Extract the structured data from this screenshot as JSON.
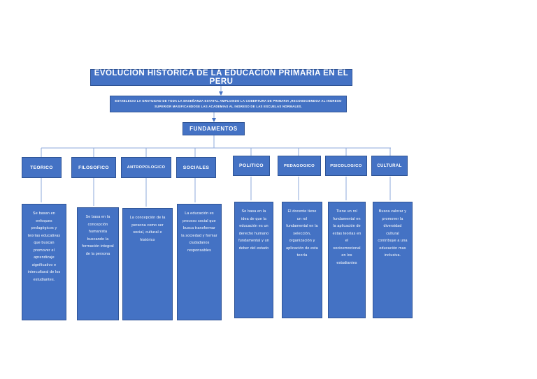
{
  "diagram": {
    "title": "EVOLUCION HISTORICA DE LA EDUCACION PRIMARIA EN EL PERU",
    "statement": "ESTABLECIO LA GRATUIDAD DE TODA LA ENSEÑANZA ESTATAL AMPLIANDO LA COBERTURA DE PRIMARIA ,RECONOCIENDOA AL INGRESO SUPERIOR MASIFICANDOSE LAS ACADEMIAS AL INGRESO DE LAS ESCUELAS  NORMALES.",
    "root": "FUNDAMENTOS",
    "colors": {
      "box_fill": "#4472C4",
      "box_border": "#2F5496",
      "text": "#FFFFFF",
      "connector": "#8EAADB",
      "background": "#FFFFFF"
    },
    "branches": [
      {
        "label": "TEORICO",
        "description": "Se basan en enfoques pedagógicos y teorías educativas que buscan promover el aprendizaje significativo e intercultural de los estudiantes."
      },
      {
        "label": "FILOSOFICO",
        "description": "Se basa en la concepción humanista buscando la formación integral de la persona"
      },
      {
        "label": "ANTROPOLOGICO",
        "description": "La concepción de la persona como ser social, cultural e histórico"
      },
      {
        "label": "SOCIALES",
        "description": "La educación es proceso social que busca transformar la sociedad y formar ciudadanos responsables"
      },
      {
        "label": "POLITICO",
        "description": "Se basa en la idea de que la educación es un derecho humano fundamental y un deber del estado"
      },
      {
        "label": "PEDAGOGICO",
        "description": "El docente tiene un rol fundamental en la selección, organización y aplicación de esta teoría"
      },
      {
        "label": "PSICOLOGICO",
        "description": "Tiene un rol fundamental en la aplicación de estas teorías en el socioemocional en los estudiantes"
      },
      {
        "label": "CULTURAL",
        "description": "Busca valorar y promover la diversidad cultural contribuye a una educación mas inclusiva."
      }
    ]
  }
}
